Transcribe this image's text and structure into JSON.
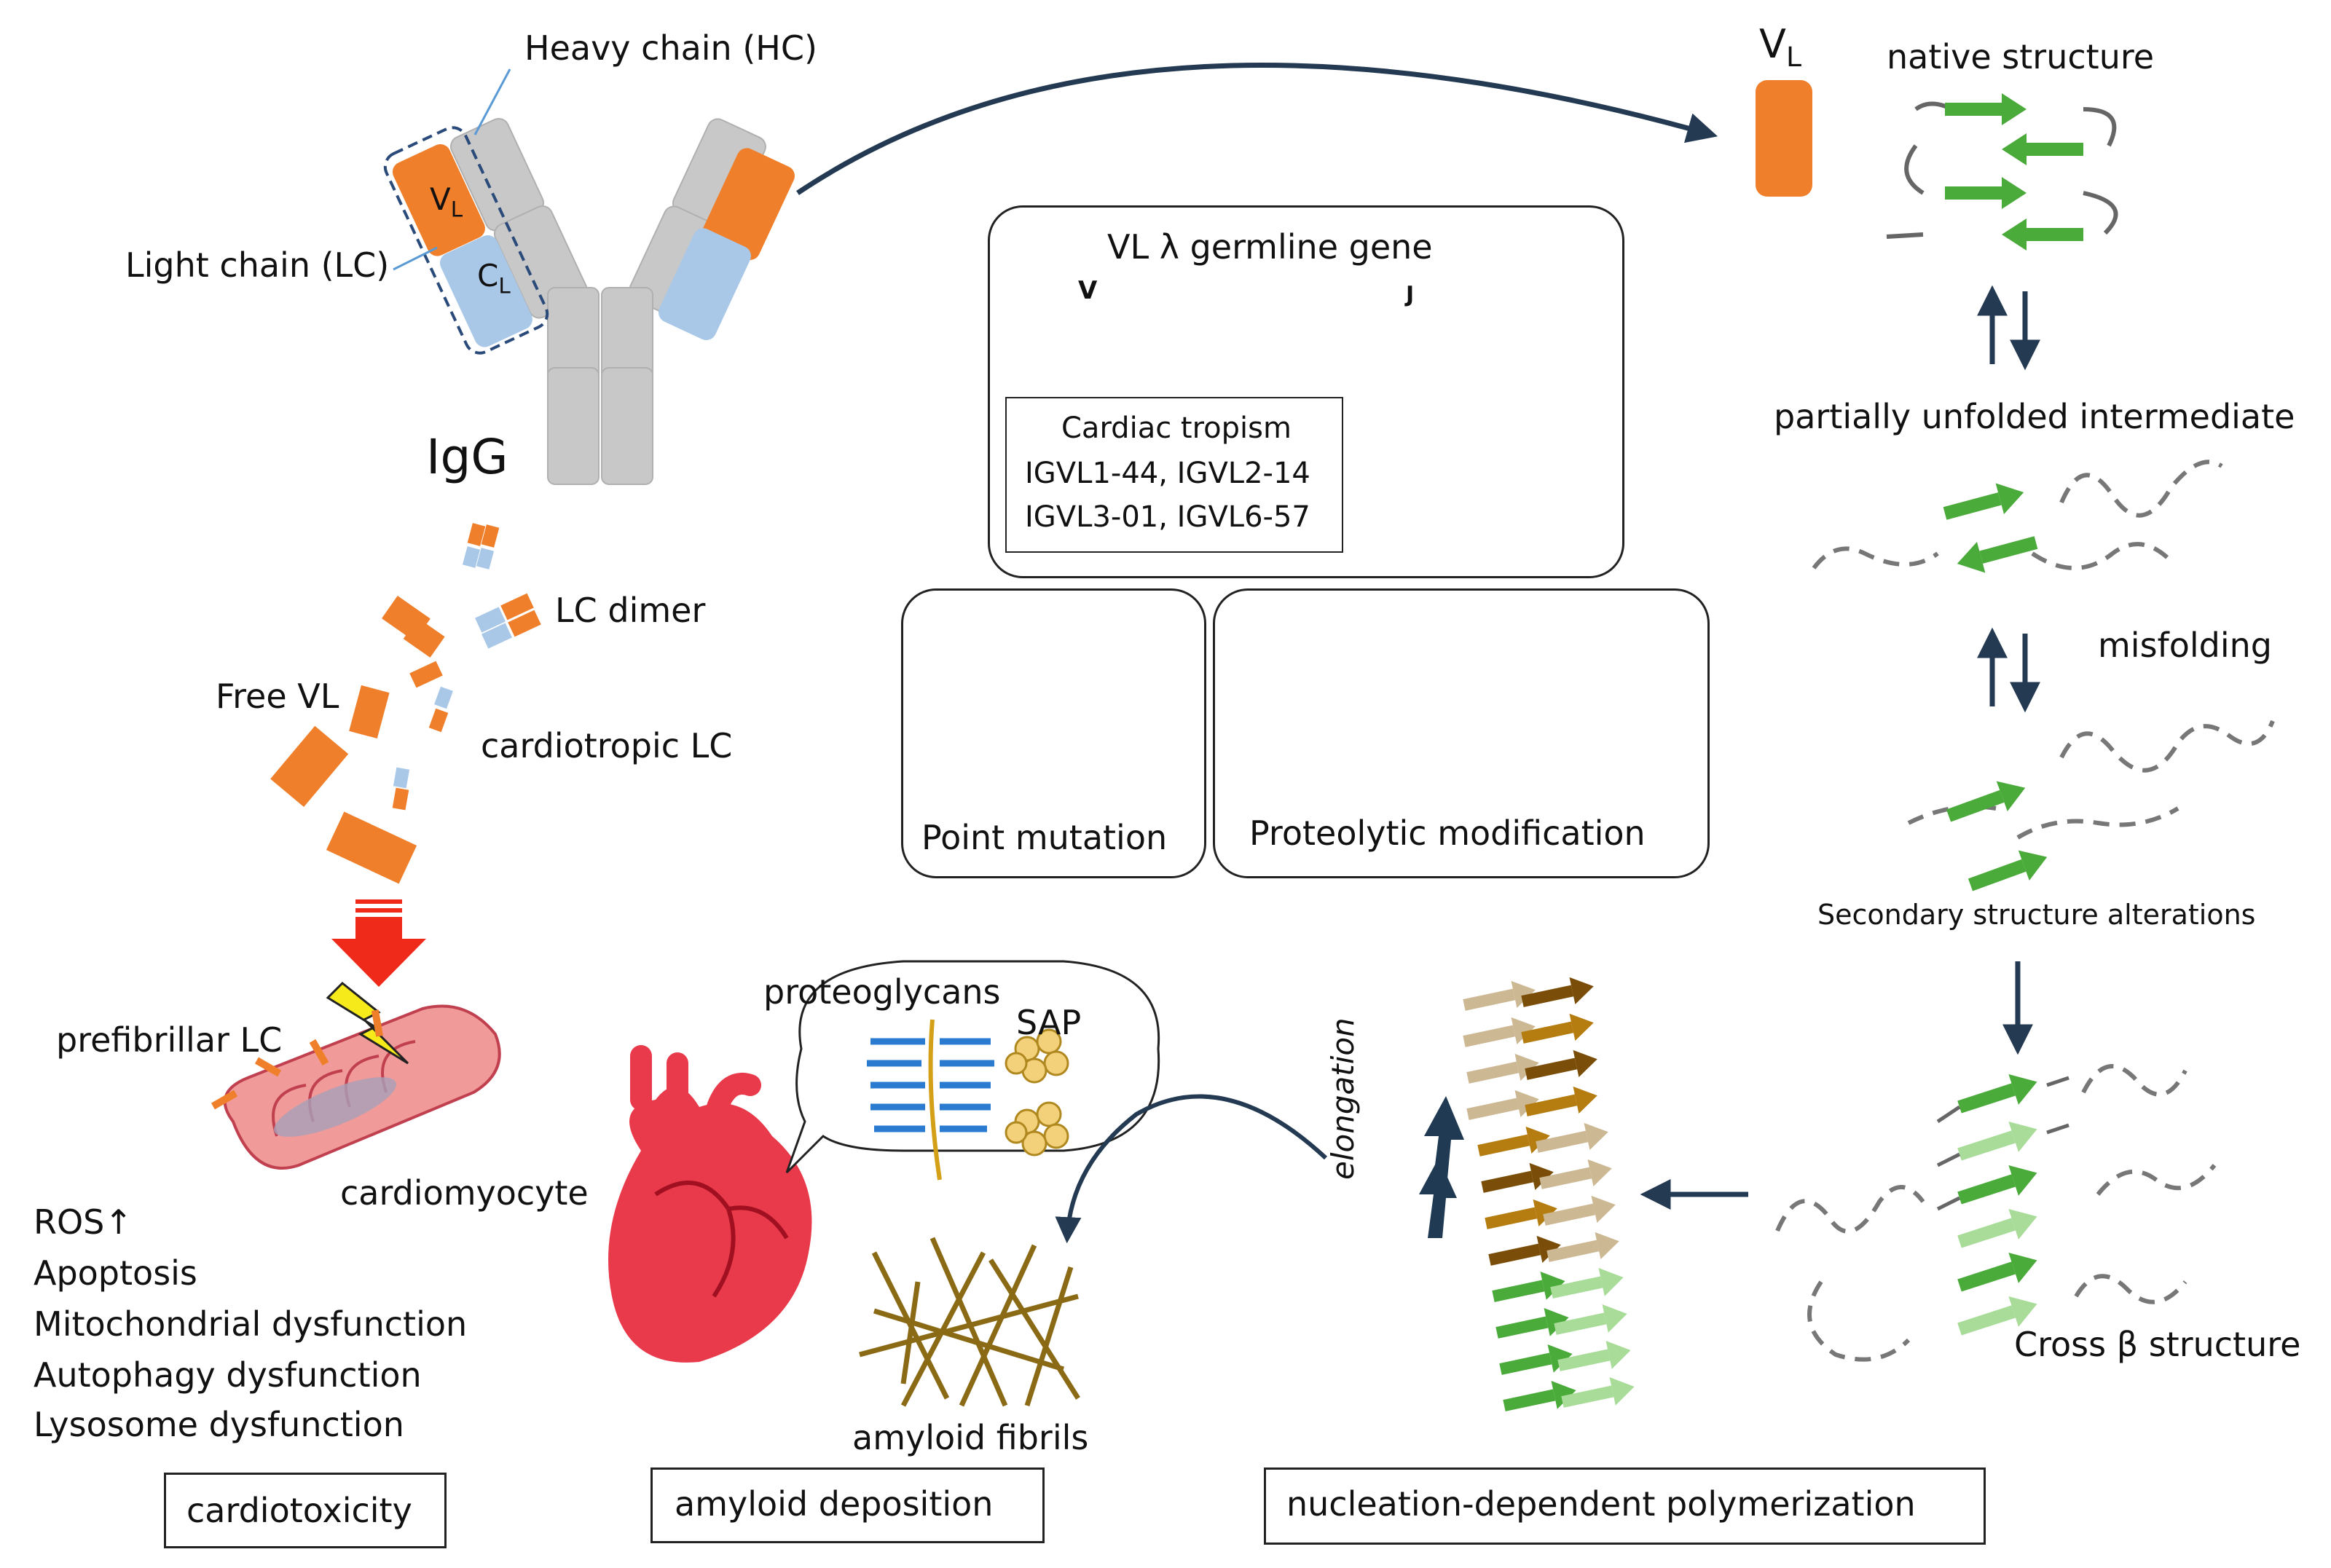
{
  "colors": {
    "vl": "#f07f2b",
    "cl": "#a9c8e8",
    "hc": "#c8c8c8",
    "arrow": "#233a52",
    "strand_green": "#4aaa3a",
    "strand_light": "#9fd48e",
    "magenta": "#ee55ee",
    "yellow": "#f2c00d",
    "fibril": "#8a6a14",
    "heart": "#e83a4a",
    "red_arrow": "#f02a1a"
  },
  "igg": {
    "heavy_chain": "Heavy chain (HC)",
    "light_chain": "Light chain (LC)",
    "v": "V",
    "v_sub": "L",
    "c": "C",
    "c_sub": "L",
    "name": "IgG"
  },
  "vl_domain": {
    "v": "V",
    "v_sub": "L"
  },
  "folding": {
    "native": "native structure",
    "partially_unfolded": "partially unfolded intermediate",
    "misfolding": "misfolding",
    "secondary": "Secondary structure alterations",
    "cross_beta": "Cross β structure"
  },
  "germline": {
    "title": "VL λ germline gene",
    "v_mark": "V",
    "j_mark": "J",
    "tropism_title": "Cardiac tropism",
    "tropism_line1": "IGVL1-44, IGVL2-14",
    "tropism_line2": "IGVL3-01, IGVL6-57"
  },
  "mutation": {
    "point": "Point mutation",
    "proteolytic": "Proteolytic modification"
  },
  "free_chains": {
    "lc_dimer": "LC dimer",
    "free_vl": "Free VL",
    "cardiotropic_lc": "cardiotropic LC"
  },
  "cardio": {
    "prefibrillar_lc": "prefibrillar LC",
    "cardiomyocyte": "cardiomyocyte",
    "effects": [
      "ROS↑",
      "Apoptosis",
      "Mitochondrial dysfunction",
      "Autophagy dysfunction",
      "Lysosome dysfunction"
    ]
  },
  "deposition": {
    "proteoglycans": "proteoglycans",
    "sap": "SAP",
    "amyloid_fibrils": "amyloid fibrils"
  },
  "polymerization": {
    "elongation": "elongation"
  },
  "bottom_boxes": {
    "cardiotoxicity": "cardiotoxicity",
    "amyloid_deposition": "amyloid deposition",
    "nucleation": "nucleation-dependent polymerization"
  }
}
